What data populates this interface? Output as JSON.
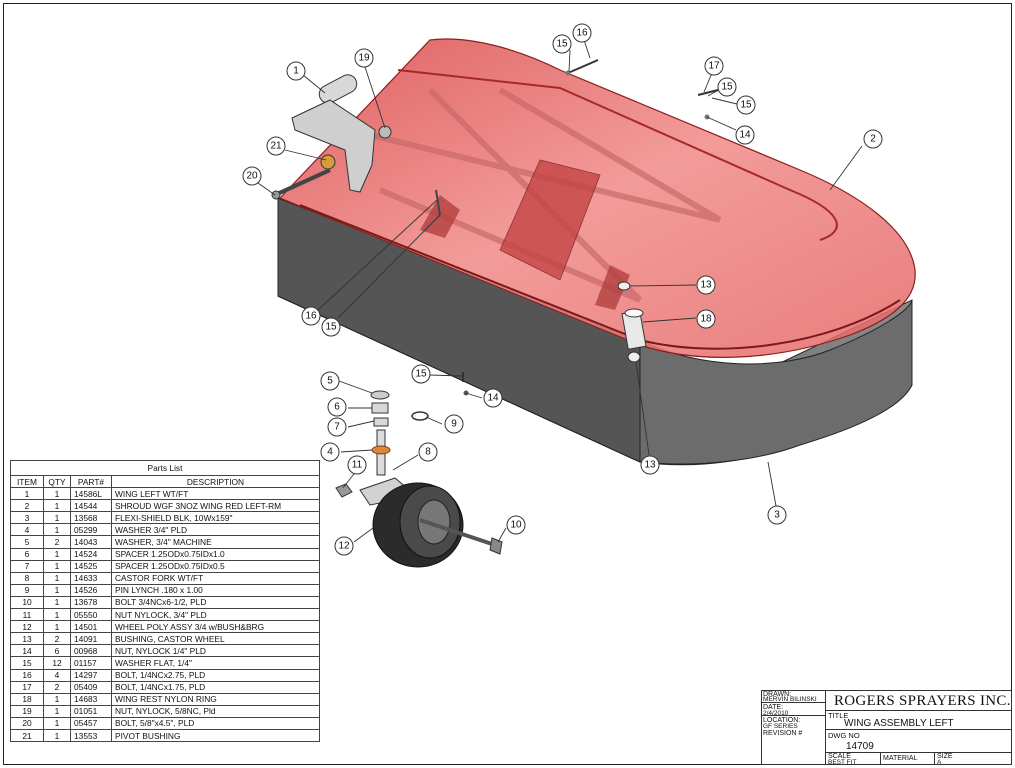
{
  "callouts": {
    "c1": "1",
    "c2": "2",
    "c3": "3",
    "c4": "4",
    "c5": "5",
    "c6": "6",
    "c7": "7",
    "c8": "8",
    "c9": "9",
    "c10": "10",
    "c11": "11",
    "c12": "12",
    "c13a": "13",
    "c13b": "13",
    "c14a": "14",
    "c14b": "14",
    "c15a": "15",
    "c15b": "15",
    "c15c": "15",
    "c15d": "15",
    "c15e": "15",
    "c16a": "16",
    "c16b": "16",
    "c17": "17",
    "c18": "18",
    "c19": "19",
    "c20": "20",
    "c21": "21"
  },
  "parts_list": {
    "caption": "Parts List",
    "headers": [
      "ITEM",
      "QTY",
      "PART#",
      "DESCRIPTION"
    ],
    "rows": [
      {
        "item": "1",
        "qty": "1",
        "part": "14586L",
        "desc": "WING LEFT WT/FT"
      },
      {
        "item": "2",
        "qty": "1",
        "part": "14544",
        "desc": "SHROUD WGF 3NOZ WING RED LEFT-RM"
      },
      {
        "item": "3",
        "qty": "1",
        "part": "13568",
        "desc": "FLEXI-SHIELD BLK, 10Wx159\""
      },
      {
        "item": "4",
        "qty": "1",
        "part": "05299",
        "desc": "WASHER 3/4\" PLD"
      },
      {
        "item": "5",
        "qty": "2",
        "part": "14043",
        "desc": "WASHER, 3/4\" MACHINE"
      },
      {
        "item": "6",
        "qty": "1",
        "part": "14524",
        "desc": "SPACER 1.25ODx0.75IDx1.0"
      },
      {
        "item": "7",
        "qty": "1",
        "part": "14525",
        "desc": "SPACER 1.25ODx0.75IDx0.5"
      },
      {
        "item": "8",
        "qty": "1",
        "part": "14633",
        "desc": "CASTOR FORK WT/FT"
      },
      {
        "item": "9",
        "qty": "1",
        "part": "14526",
        "desc": "PIN LYNCH .180 x 1.00"
      },
      {
        "item": "10",
        "qty": "1",
        "part": "13678",
        "desc": "BOLT 3/4NCx6-1/2, PLD"
      },
      {
        "item": "11",
        "qty": "1",
        "part": "05550",
        "desc": "NUT NYLOCK, 3/4\" PLD"
      },
      {
        "item": "12",
        "qty": "1",
        "part": "14501",
        "desc": "WHEEL POLY ASSY 3/4 w/BUSH&BRG"
      },
      {
        "item": "13",
        "qty": "2",
        "part": "14091",
        "desc": "BUSHING, CASTOR WHEEL"
      },
      {
        "item": "14",
        "qty": "6",
        "part": "00968",
        "desc": "NUT, NYLOCK 1/4\" PLD"
      },
      {
        "item": "15",
        "qty": "12",
        "part": "01157",
        "desc": "WASHER FLAT, 1/4\""
      },
      {
        "item": "16",
        "qty": "4",
        "part": "14297",
        "desc": "BOLT, 1/4NCx2.75, PLD"
      },
      {
        "item": "17",
        "qty": "2",
        "part": "05409",
        "desc": "BOLT, 1/4NCx1.75, PLD"
      },
      {
        "item": "18",
        "qty": "1",
        "part": "14683",
        "desc": "WING REST NYLON RING"
      },
      {
        "item": "19",
        "qty": "1",
        "part": "01051",
        "desc": "NUT, NYLOCK, 5/8NC, Pld"
      },
      {
        "item": "20",
        "qty": "1",
        "part": "05457",
        "desc": "BOLT, 5/8\"x4.5\", PLD"
      },
      {
        "item": "21",
        "qty": "1",
        "part": "13553",
        "desc": "PIVOT BUSHING"
      }
    ]
  },
  "title_block": {
    "drawn_label": "DRAWN:",
    "drawn_value": "MERVIN BILINSKI",
    "date_label": "DATE:",
    "date_value": "2/4/2010",
    "location_label": "LOCATION:",
    "location_value": "GF SERIES",
    "revision_label": "REVISION #",
    "company": "ROGERS SPRAYERS INC.",
    "title_label": "TITLE",
    "title_value": "WING ASSEMBLY LEFT",
    "dwg_label": "DWG NO",
    "dwg_value": "14709",
    "scale_label": "SCALE",
    "scale_value": "BEST FIT",
    "material_label": "MATERIAL",
    "size_label": "SIZE",
    "size_value": "A"
  },
  "colors": {
    "shroud": "#e8706f",
    "shroud_dark": "#c83a3a",
    "shield": "#5a5a5a",
    "shield_dark": "#3a3a3a",
    "wheel": "#2b2b2b",
    "metal": "#cfcfcf"
  }
}
